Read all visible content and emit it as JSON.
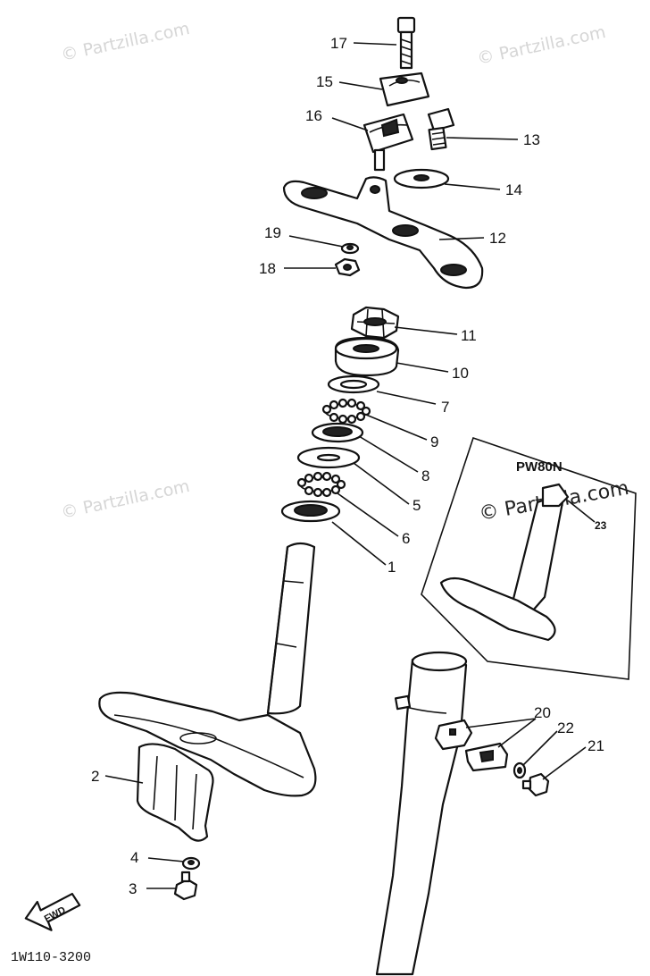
{
  "watermark": "© Partzilla.com",
  "inset": {
    "title": "PW80N",
    "watermark": "© Partzilla.com",
    "callout": "23"
  },
  "fwd_label": "FWD",
  "diagram_code": "1W110-3200",
  "callouts": {
    "p17": "17",
    "p15": "15",
    "p16": "16",
    "p13": "13",
    "p14": "14",
    "p12": "12",
    "p19": "19",
    "p18": "18",
    "p11": "11",
    "p10": "10",
    "p7": "7",
    "p9": "9",
    "p8": "8",
    "p5": "5",
    "p6": "6",
    "p1": "1",
    "p2": "2",
    "p4": "4",
    "p3": "3",
    "p20": "20",
    "p22": "22",
    "p21": "21"
  },
  "colors": {
    "ink": "#111111",
    "watermark": "#d6d6d6",
    "background": "#ffffff"
  }
}
